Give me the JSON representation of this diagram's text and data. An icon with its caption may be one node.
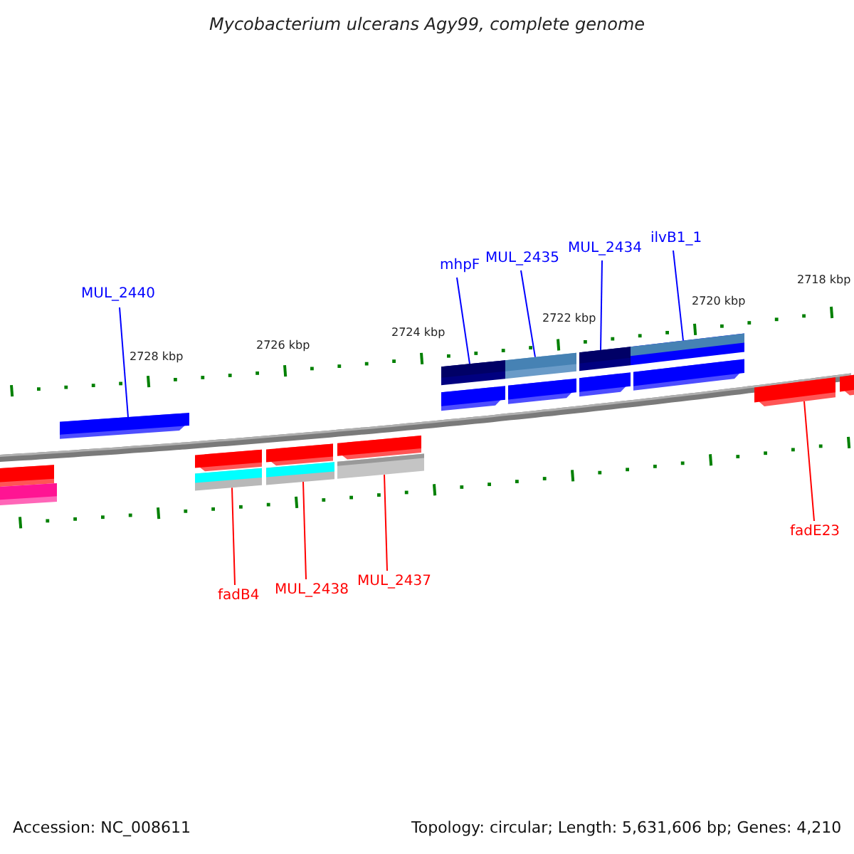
{
  "diagram": {
    "title": "Mycobacterium ulcerans Agy99, complete genome",
    "nodes": [
      {
        "text": [
          "MUL_2440"
        ]
      },
      {
        "text": [
          "mhpF"
        ]
      },
      {
        "text": [
          "MUL_2435"
        ]
      },
      {
        "text": [
          "MUL_2434"
        ]
      },
      {
        "text": [
          "ilvB1_1"
        ]
      },
      {
        "text": [
          "fadB4"
        ]
      },
      {
        "text": [
          "MUL_2438"
        ]
      },
      {
        "text": [
          "MUL_2437"
        ]
      },
      {
        "text": [
          "fadE23"
        ]
      },
      {
        "text": [],
        "shape": "arrow"
      },
      {
        "text": [],
        "shape": "bar"
      },
      {
        "text": [],
        "shape": "bar"
      },
      {
        "text": [],
        "shape": "bar"
      },
      {
        "text": [],
        "shape": "bar"
      },
      {
        "text": [],
        "shape": "bar"
      },
      {
        "text": [],
        "shape": "bar"
      },
      {
        "text": [],
        "shape": "bar"
      },
      {
        "text": [],
        "shape": "arrow"
      }
    ],
    "edges": [
      {
        "from": 0,
        "to": 9,
        "arrow": "none"
      },
      {
        "from": 1,
        "to": 10,
        "arrow": "none"
      },
      {
        "from": 2,
        "to": 11,
        "arrow": "none"
      },
      {
        "from": 3,
        "to": 12,
        "arrow": "none"
      },
      {
        "from": 4,
        "to": 13,
        "arrow": "none"
      },
      {
        "from": 5,
        "to": 14,
        "arrow": "none",
        "color": "#ff0000"
      },
      {
        "from": 6,
        "to": 15,
        "arrow": "none",
        "color": "#ff0000"
      },
      {
        "from": 7,
        "to": 16,
        "arrow": "none",
        "color": "#ff0000"
      },
      {
        "from": 8,
        "to": 17,
        "arrow": "none",
        "color": "#ff0000"
      }
    ],
    "labels": [
      "2728 kbp",
      "2726 kbp",
      "2724 kbp",
      "2722 kbp",
      "2720 kbp",
      "2718 kbp",
      "Accession: NC_008611",
      "Topology: circular; Length: 5,631,606 bp; Genes: 4,210"
    ]
  }
}
